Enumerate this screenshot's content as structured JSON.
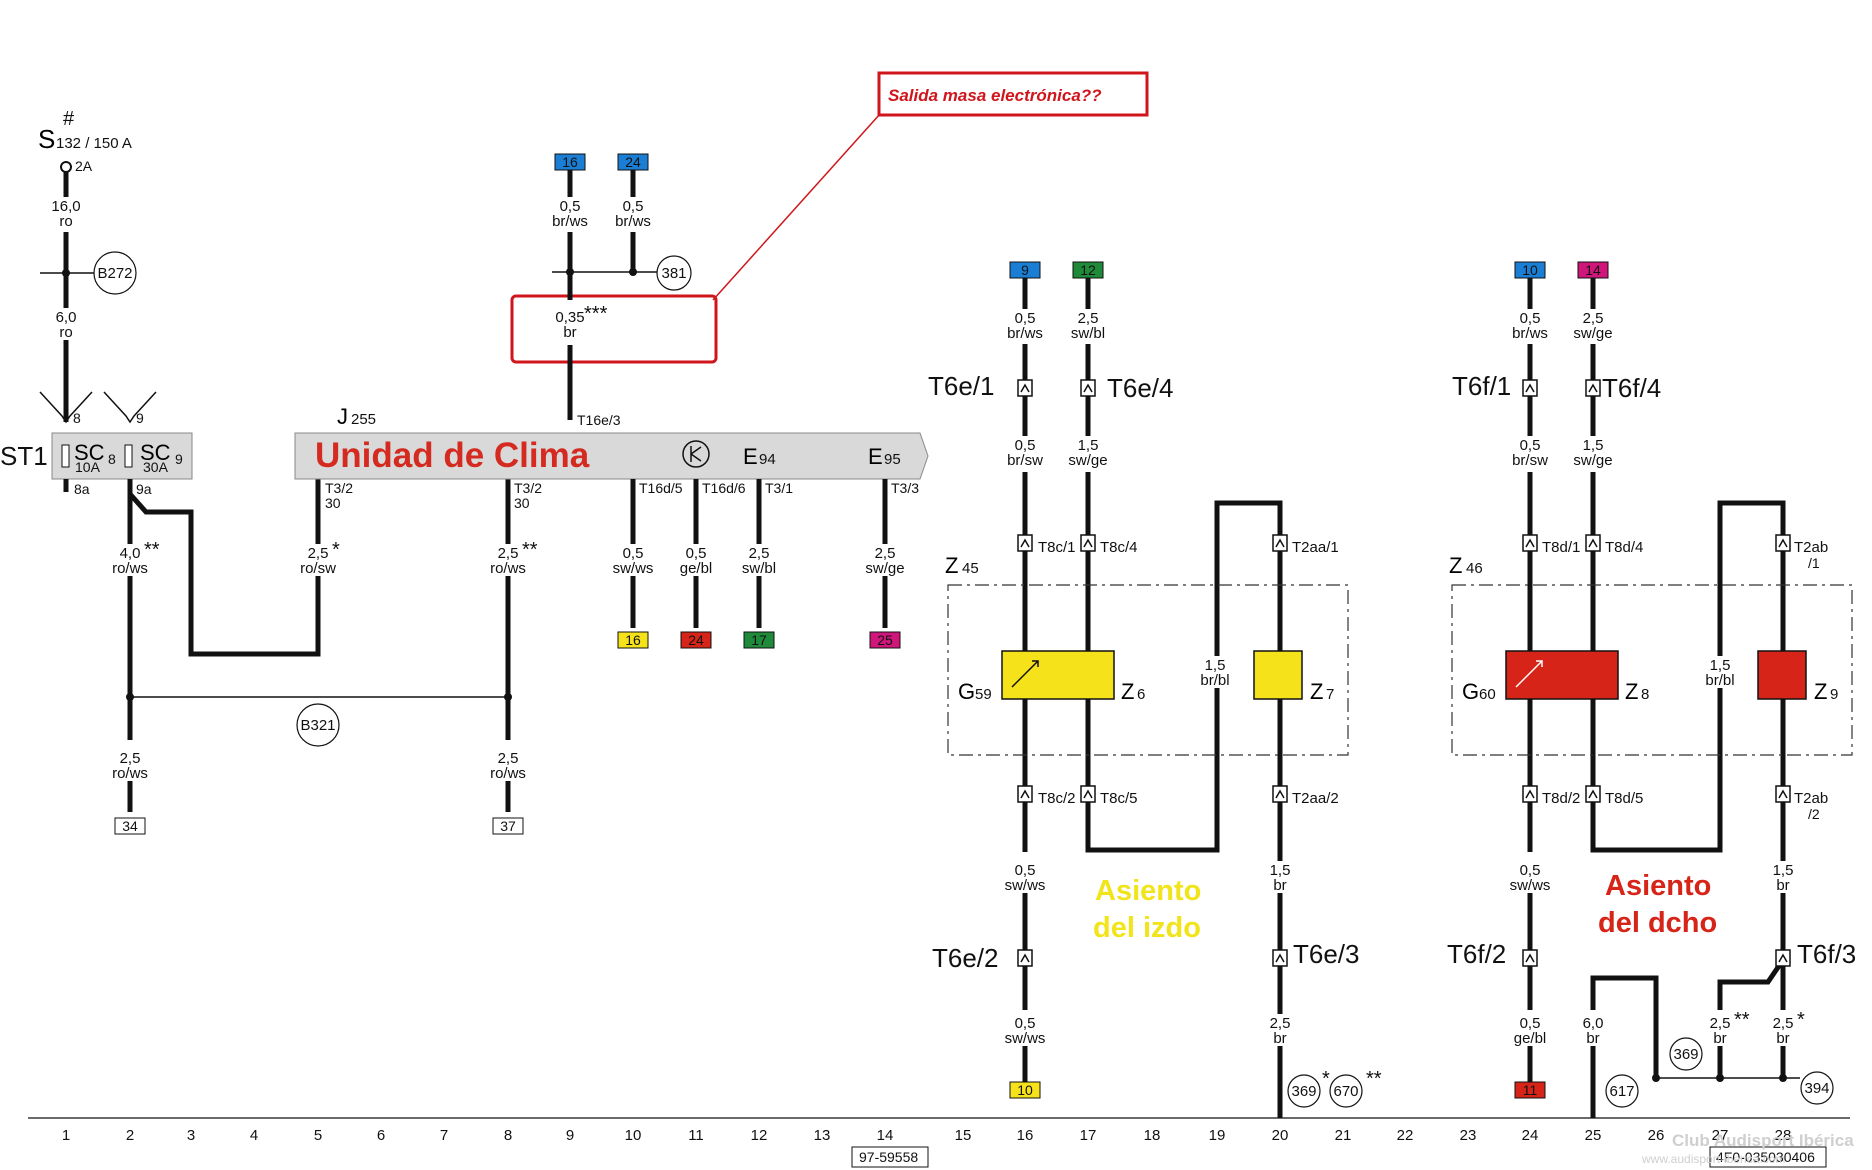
{
  "annotation": {
    "text": "Salida masa electrónica??",
    "color": "#d0151b"
  },
  "fuse_s132": {
    "hash": "#",
    "label": "S",
    "sub": "132 / 150 A",
    "pin": "2A"
  },
  "st1": {
    "label": "ST1",
    "sc8": "SC",
    "sc8_sub": "8",
    "sc8_amp": "10A",
    "sc9": "SC",
    "sc9_sub": "9",
    "sc9_amp": "30A",
    "pin8": "8",
    "pin9": "9",
    "pin8a": "8a",
    "pin9a": "9a"
  },
  "climate_unit": {
    "title": "Unidad de Clima",
    "j_label": "J",
    "j_sub": "255",
    "e94": "E",
    "e94_sub": "94",
    "e95": "E",
    "e95_sub": "95",
    "pin_top": "T16e/3",
    "pin_t32a": "T3/2",
    "pin_t32a_n": "30",
    "pin_t32b": "T3/2",
    "pin_t32b_n": "30",
    "pin_t16d5": "T16d/5",
    "pin_t16d6": "T16d/6",
    "pin_t31": "T3/1",
    "pin_t33": "T3/3",
    "title_color": "#d42a1f"
  },
  "wires": {
    "w_16_0": {
      "size": "16,0",
      "color": "ro"
    },
    "w_6_0": {
      "size": "6,0",
      "color": "ro"
    },
    "w_4_0": {
      "size": "4,0",
      "color": "ro/ws",
      "stars": "**"
    },
    "w_2_5a": {
      "size": "2,5",
      "color": "ro/sw",
      "stars": "*"
    },
    "w_2_5b": {
      "size": "2,5",
      "color": "ro/ws",
      "stars": "**"
    },
    "w_2_5c": {
      "size": "2,5",
      "color": "ro/ws"
    },
    "w_2_5d": {
      "size": "2,5",
      "color": "ro/ws"
    },
    "w_035": {
      "size": "0,35",
      "color": "br",
      "stars": "***"
    },
    "w_05_16": {
      "size": "0,5",
      "color": "br/ws"
    },
    "w_05_24": {
      "size": "0,5",
      "color": "br/ws"
    },
    "w_c10": {
      "size": "0,5",
      "color": "sw/ws"
    },
    "w_c11": {
      "size": "0,5",
      "color": "ge/bl"
    },
    "w_c12": {
      "size": "2,5",
      "color": "sw/bl"
    },
    "w_c14": {
      "size": "2,5",
      "color": "sw/ge"
    },
    "l_top16": {
      "size": "0,5",
      "color": "br/ws"
    },
    "l_top17": {
      "size": "2,5",
      "color": "sw/bl"
    },
    "l_mid16": {
      "size": "0,5",
      "color": "br/sw"
    },
    "l_mid17": {
      "size": "1,5",
      "color": "sw/ge"
    },
    "l_bridge": {
      "size": "1,5",
      "color": "br/bl"
    },
    "l_low16": {
      "size": "0,5",
      "color": "sw/ws"
    },
    "l_low20": {
      "size": "1,5",
      "color": "br"
    },
    "l_bot16": {
      "size": "0,5",
      "color": "sw/ws"
    },
    "l_bot20": {
      "size": "2,5",
      "color": "br"
    },
    "r_top24": {
      "size": "0,5",
      "color": "br/ws"
    },
    "r_top25": {
      "size": "2,5",
      "color": "sw/ge"
    },
    "r_mid24": {
      "size": "0,5",
      "color": "br/sw"
    },
    "r_mid25": {
      "size": "1,5",
      "color": "sw/ge"
    },
    "r_bridge": {
      "size": "1,5",
      "color": "br/bl"
    },
    "r_low24": {
      "size": "0,5",
      "color": "sw/ws"
    },
    "r_low28": {
      "size": "1,5",
      "color": "br"
    },
    "r_bot24": {
      "size": "0,5",
      "color": "ge/bl"
    },
    "r_bot25": {
      "size": "6,0",
      "color": "br"
    },
    "r_bot27": {
      "size": "2,5",
      "color": "br",
      "stars": "**"
    },
    "r_bot28": {
      "size": "2,5",
      "color": "br",
      "stars": "*"
    }
  },
  "refs": {
    "b272": "B272",
    "b321": "B321",
    "r381": "381",
    "r369a": "369",
    "r670": "670",
    "r369b": "369",
    "r617": "617",
    "r394": "394",
    "stars_369": "*",
    "stars_670": "**"
  },
  "terminals": {
    "t16": "16",
    "t24": "24",
    "tl9": "9",
    "tl12": "12",
    "tr10": "10",
    "tr14": "14",
    "b16": "16",
    "b24": "24",
    "b17": "17",
    "b25": "25",
    "bl10": "10",
    "br11": "11",
    "b34": "34",
    "b37": "37"
  },
  "terminal_colors": {
    "blue": "#1a7fd4",
    "green": "#1f8a3a",
    "magenta": "#d0167a",
    "yellow": "#f5e21a",
    "red": "#d62418"
  },
  "left_seat": {
    "label": "Asiento\ndel izdo",
    "line1": "Asiento",
    "line2": "del izdo",
    "color": "#f2e41a",
    "z45": "Z",
    "z45_sub": "45",
    "g59": "G",
    "g59_sub": "59",
    "z6": "Z",
    "z6_sub": "6",
    "z7": "Z",
    "z7_sub": "7",
    "t6e1": "T6e/1",
    "t6e4": "T6e/4",
    "t6e2": "T6e/2",
    "t6e3": "T6e/3",
    "t8c1": "T8c/1",
    "t8c4": "T8c/4",
    "t8c2": "T8c/2",
    "t8c5": "T8c/5",
    "t2aa1": "T2aa/1",
    "t2aa2": "T2aa/2"
  },
  "right_seat": {
    "line1": "Asiento",
    "line2": "del dcho",
    "color": "#d62418",
    "z46": "Z",
    "z46_sub": "46",
    "g60": "G",
    "g60_sub": "60",
    "z8": "Z",
    "z8_sub": "8",
    "z9": "Z",
    "z9_sub": "9",
    "t6f1": "T6f/1",
    "t6f4": "T6f/4",
    "t6f2": "T6f/2",
    "t6f3": "T6f/3",
    "t8d1": "T8d/1",
    "t8d4": "T8d/4",
    "t8d2": "T8d/2",
    "t8d5": "T8d/5",
    "t2ab1": "T2ab",
    "t2ab1_n": "/1",
    "t2ab2": "T2ab",
    "t2ab2_n": "/2"
  },
  "ruler": [
    "1",
    "2",
    "3",
    "4",
    "5",
    "6",
    "7",
    "8",
    "9",
    "10",
    "11",
    "12",
    "13",
    "14",
    "15",
    "16",
    "17",
    "18",
    "19",
    "20",
    "21",
    "22",
    "23",
    "24",
    "25",
    "26",
    "27",
    "28"
  ],
  "doc_left": "97-59558",
  "doc_right": "4F0-035030406",
  "watermark": "Club Audisport Ibérica",
  "watermark_url": "www.audisport-iberica.com"
}
